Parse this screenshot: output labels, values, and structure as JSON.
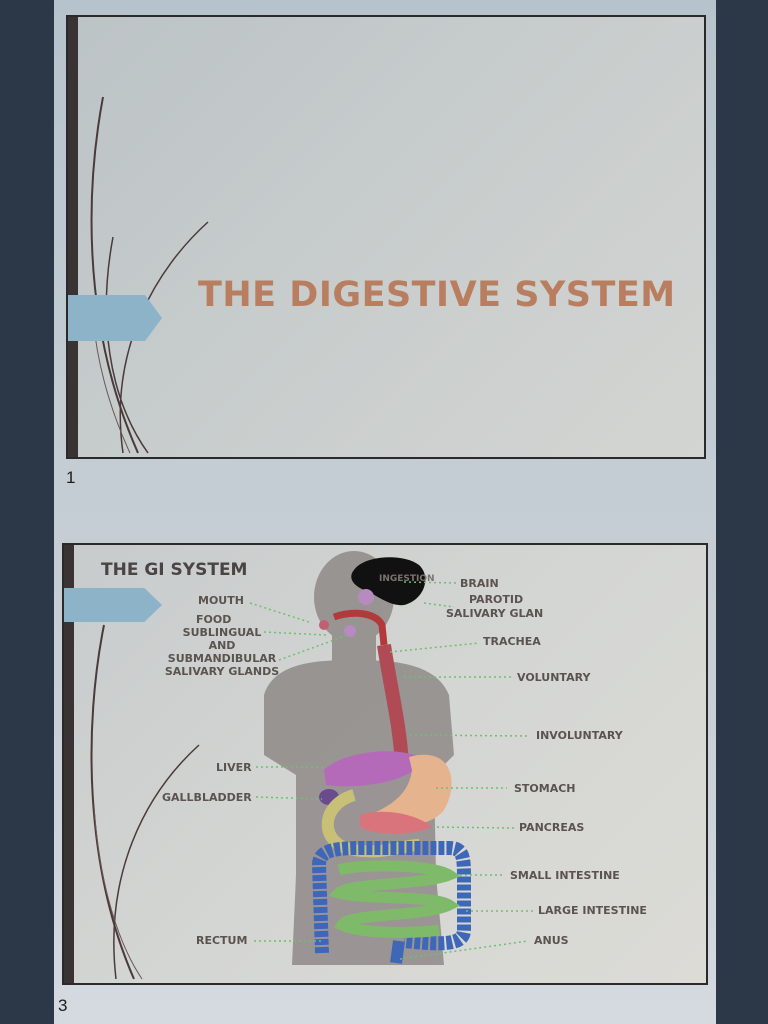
{
  "slides": [
    {
      "number": "1",
      "title": "THE DIGESTIVE SYSTEM"
    },
    {
      "number": "3",
      "title": "THE GI SYSTEM",
      "diagram_labels": {
        "mouth": "MOUTH",
        "food": "FOOD",
        "sublingual": "SUBLINGUAL",
        "and": "AND",
        "submandibular": "SUBMANDIBULAR",
        "salivary_glands": "SALIVARY GLANDS",
        "ingestion": "INGESTION",
        "brain": "BRAIN",
        "parotid": "PAROTID",
        "parotid_salivary": "SALIVARY GLAN",
        "trachea": "TRACHEA",
        "voluntary": "VOLUNTARY",
        "involuntary": "INVOLUNTARY",
        "liver": "LIVER",
        "gallbladder": "GALLBLADDER",
        "stomach": "STOMACH",
        "pancreas": "PANCREAS",
        "small_intestine": "SMALL INTESTINE",
        "large_intestine": "LARGE INTESTINE",
        "rectum": "RECTUM",
        "anus": "ANUS"
      }
    }
  ]
}
